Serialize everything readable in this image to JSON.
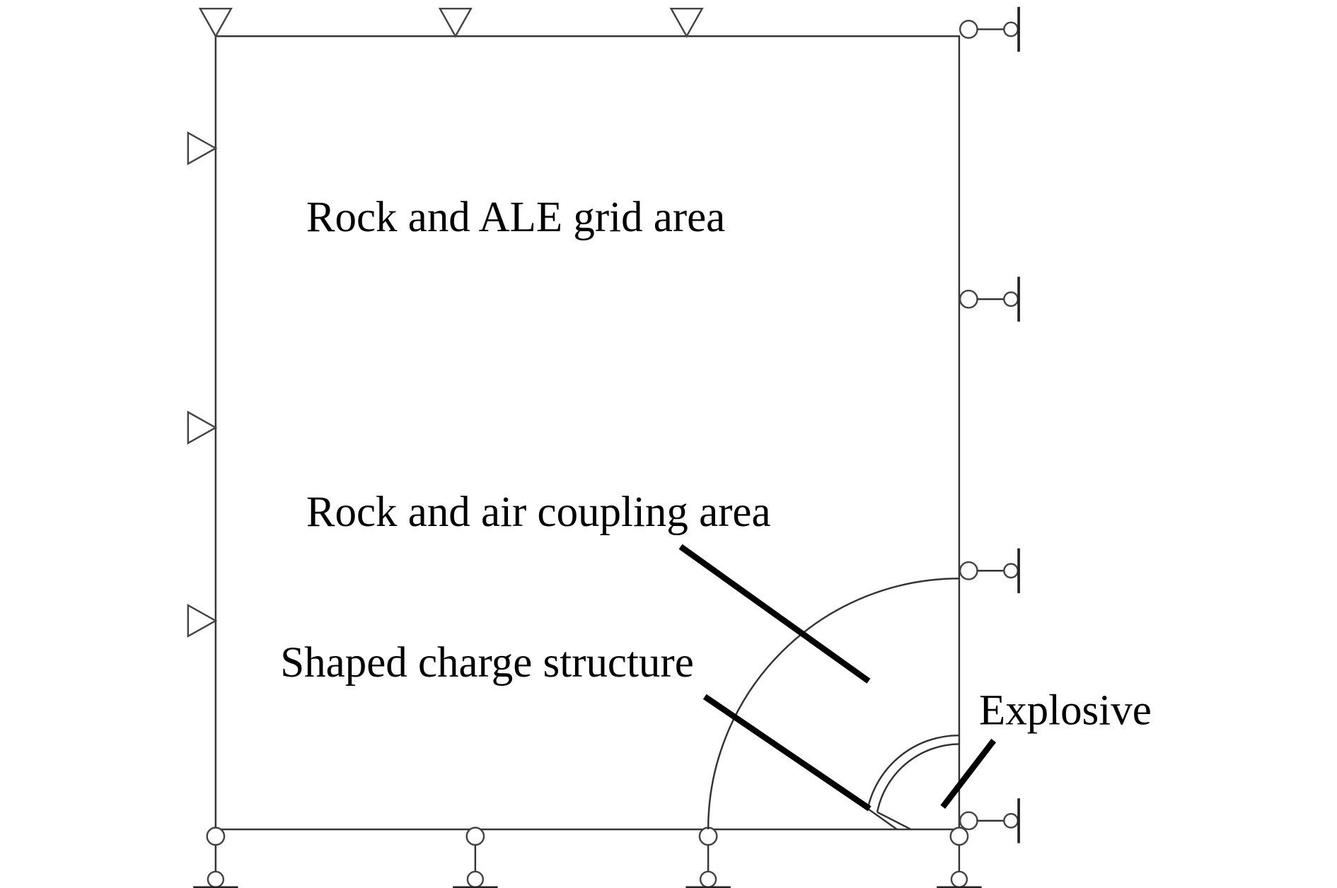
{
  "labels": {
    "rock_ale": "Rock and ALE grid area",
    "coupling": "Rock and air coupling area",
    "shaped_charge": "Shaped charge structure",
    "explosive": "Explosive"
  },
  "colors": {
    "line": "#333333",
    "text": "#000000",
    "background": "#ffffff"
  }
}
